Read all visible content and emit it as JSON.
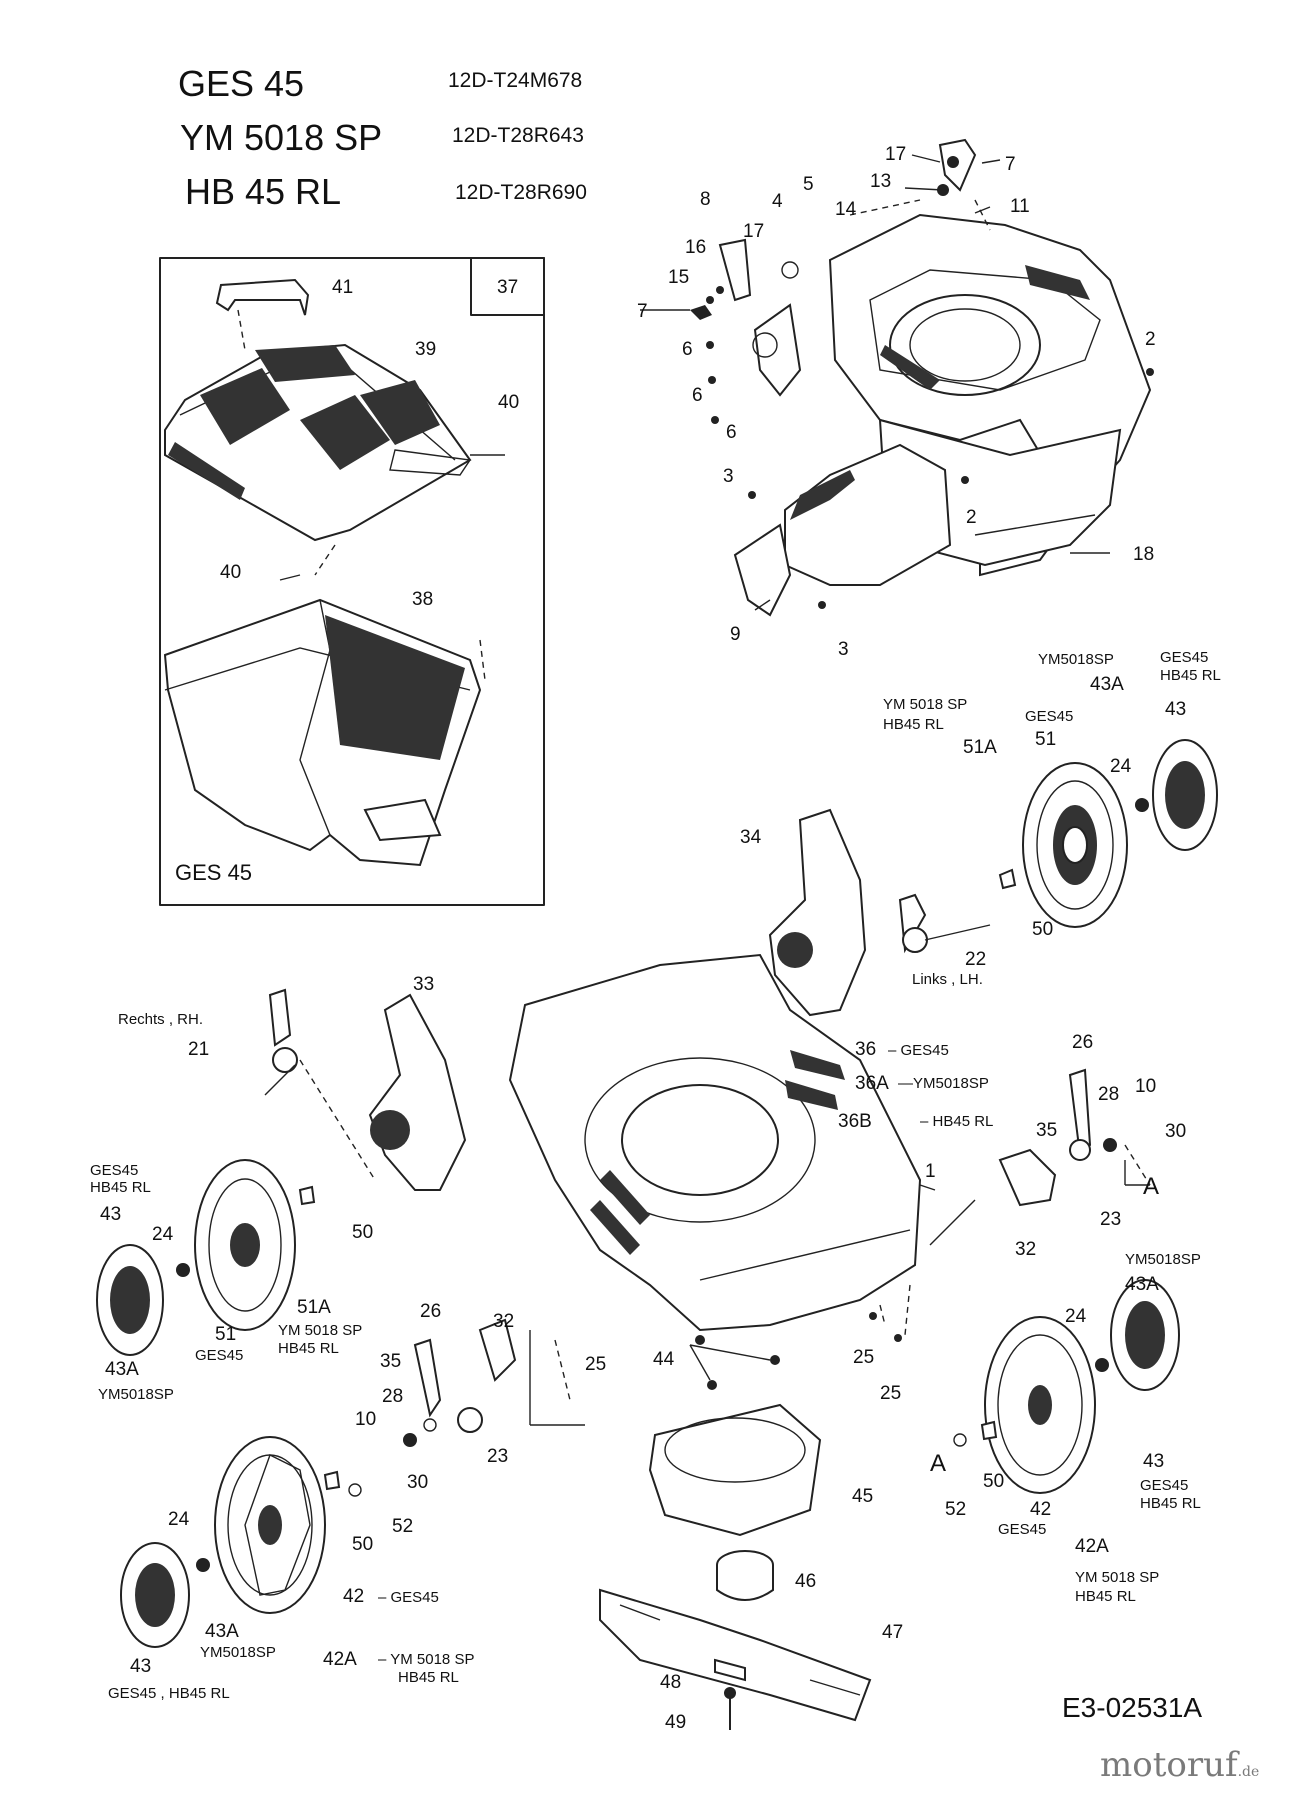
{
  "header": {
    "models": [
      {
        "name": "GES 45",
        "code": "12D-T24M678"
      },
      {
        "name": "YM 5018 SP",
        "code": "12D-T28R643"
      },
      {
        "name": "HB 45 RL",
        "code": "12D-T28R690"
      }
    ]
  },
  "box": {
    "ref": "37",
    "caption": "GES 45"
  },
  "parts": {
    "p41": "41",
    "p39": "39",
    "p40a": "40",
    "p40b": "40",
    "p38": "38",
    "p17a": "17",
    "p7a": "7",
    "p13": "13",
    "p11": "11",
    "p5": "5",
    "p4": "4",
    "p14": "14",
    "p8": "8",
    "p17b": "17",
    "p16": "16",
    "p15": "15",
    "p7b": "7",
    "p6a": "6",
    "p6b": "6",
    "p6c": "6",
    "p2a": "2",
    "p2b": "2",
    "p3a": "3",
    "p3b": "3",
    "p9": "9",
    "p18": "18",
    "p43A_top": "43A",
    "p43_top": "43",
    "p51A_top": "51A",
    "p51_top": "51",
    "p24_top": "24",
    "p34": "34",
    "p50_top": "50",
    "p22": "22",
    "p33": "33",
    "p21": "21",
    "p36": "36",
    "p36A": "36A",
    "p36B": "36B",
    "p26_right": "26",
    "p28_right": "28",
    "p10_right": "10",
    "p35_right": "35",
    "p30_right": "30",
    "p1": "1",
    "p32_right": "32",
    "p23_right": "23",
    "p43_left": "43",
    "p24_left": "24",
    "p50_left": "50",
    "p51A_left": "51A",
    "p51_left": "51",
    "p43A_left": "43A",
    "p26_mid": "26",
    "p32_mid": "32",
    "p35_mid": "35",
    "p25_mid": "25",
    "p28_mid": "28",
    "p10_mid": "10",
    "p23_mid": "23",
    "p30_mid": "30",
    "p44": "44",
    "p25a": "25",
    "p25b": "25",
    "p45": "45",
    "p46": "46",
    "p47": "47",
    "p48": "48",
    "p49": "49",
    "p24_bl": "24",
    "p50_bl": "50",
    "p52_bl": "52",
    "p42_bl": "42",
    "p43A_bl": "43A",
    "p42A_bl": "42A",
    "p43_bl": "43",
    "p43A_br": "43A",
    "p24_br": "24",
    "p43_br": "43",
    "p52_br": "52",
    "p50_br": "50",
    "p42_br": "42",
    "p42A_br": "42A"
  },
  "labels": {
    "ym5018sp_a": "YM5018SP",
    "ges45_hb45rl_a1": "GES45",
    "ges45_hb45rl_a2": "HB45 RL",
    "ym5018sp_hb45rl_b1": "YM 5018 SP",
    "ym5018sp_hb45rl_b2": "HB45 RL",
    "ges45_b": "GES45",
    "links": "Links , LH.",
    "rechts": "Rechts , RH.",
    "ges45_36": "– GES45",
    "ym_36A": "—YM5018SP",
    "hb_36B": "– HB45 RL",
    "A_right": "A",
    "A_br": "A",
    "ges45_left1": "GES45",
    "hb45rl_left2": "HB45 RL",
    "ym5018sp_51A_1": "YM 5018 SP",
    "ym5018sp_51A_2": "HB45 RL",
    "ges45_51": "GES45",
    "ym5018sp_43A_left": "YM5018SP",
    "ym5018sp_br_top": "YM5018SP",
    "ges45_br_42": "GES45",
    "ges45_br_43_1": "GES45",
    "ges45_br_43_2": "HB45 RL",
    "ym_br_42A_1": "YM 5018 SP",
    "ym_br_42A_2": "HB45 RL",
    "ges45_bl_42": "– GES45",
    "ym5018sp_bl_43A": "YM5018SP",
    "ym_bl_42A_1": "– YM 5018 SP",
    "ym_bl_42A_2": "HB45 RL",
    "ges45_hb_bl": "GES45 , HB45 RL"
  },
  "footer": {
    "drawing_ref": "E3-02531A",
    "watermark": "motoruf",
    "watermark_tld": ".de"
  }
}
